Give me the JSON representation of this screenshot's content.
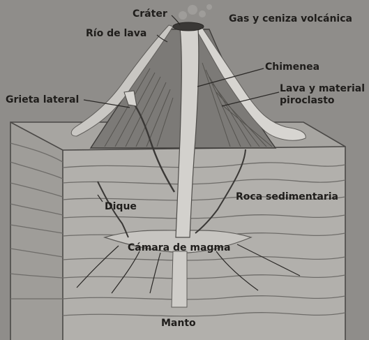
{
  "diagram": {
    "labels": {
      "crater": "Cráter",
      "gas": "Gas y ceniza volcánica",
      "lava_river": "Río de lava",
      "chimney": "Chimenea",
      "lava_material_1": "Lava y material",
      "lava_material_2": "piroclasto",
      "lateral_crack": "Grieta lateral",
      "dike": "Dique",
      "sedimentary_rock": "Roca sedimentaria",
      "magma_chamber": "Cámara de magma",
      "mantle": "Manto"
    },
    "colors": {
      "background": "#8f8d8a",
      "block_front": "#b3b1ad",
      "block_top": "#a9a7a3",
      "block_side": "#9c9a96",
      "cone": "#7a7875",
      "conduit": "#d3d1cd",
      "lava_flow": "#d7d5d1"
    }
  }
}
